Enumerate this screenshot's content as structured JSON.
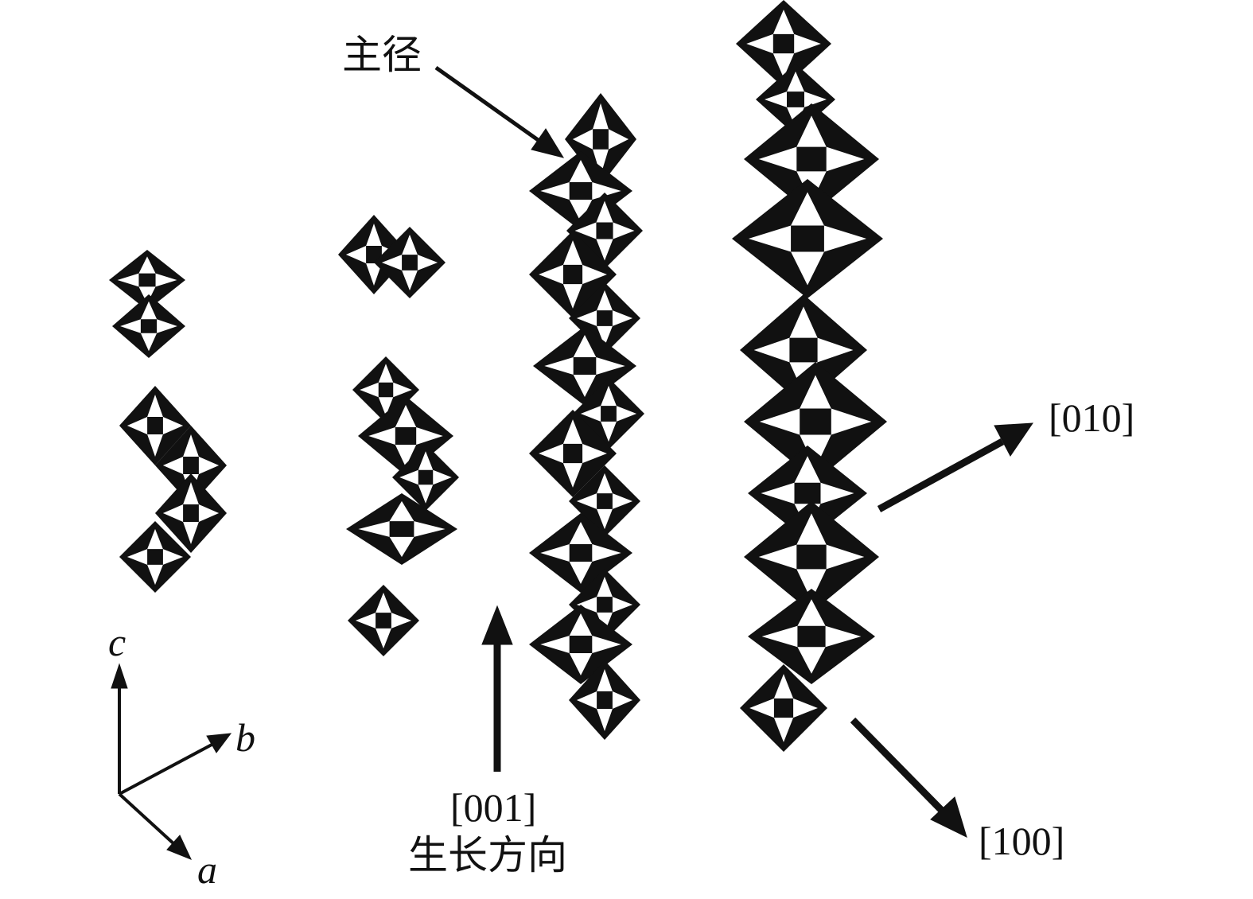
{
  "labels": {
    "main_diameter": "主径",
    "dir_010": "[010]",
    "dir_100": "[100]",
    "dir_001": "[001]",
    "growth_direction": "生长方向",
    "axis_c": "c",
    "axis_b": "b",
    "axis_a": "a"
  },
  "colors": {
    "ink": "#111111",
    "background": "#ffffff"
  }
}
